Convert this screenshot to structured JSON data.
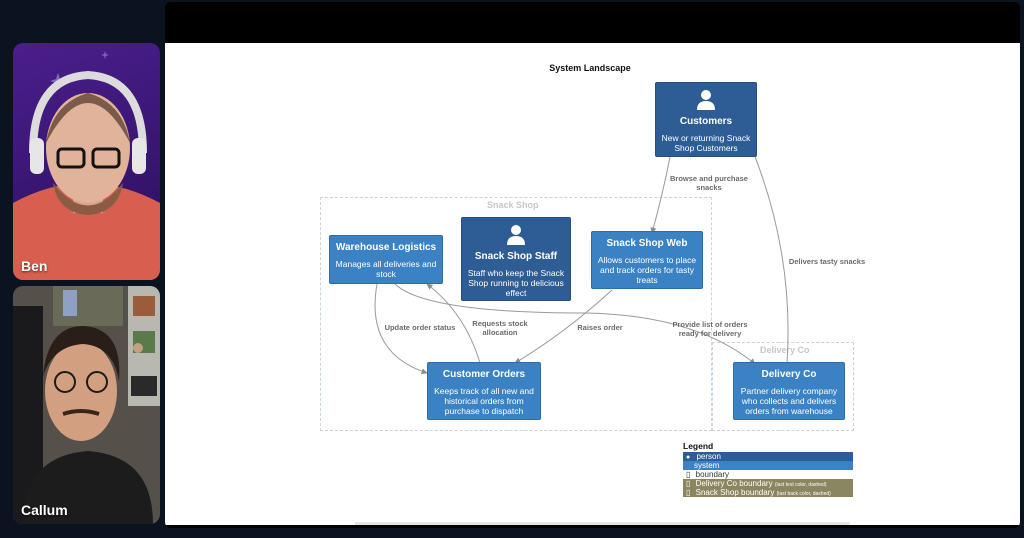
{
  "participants": [
    {
      "name": "Ben"
    },
    {
      "name": "Callum"
    }
  ],
  "diagram": {
    "title": "System Landscape",
    "boundaries": {
      "snack_shop": "Snack Shop",
      "delivery_co": "Delivery Co"
    },
    "nodes": {
      "customers": {
        "title": "Customers",
        "desc": "New or returning Snack Shop Customers",
        "kind": "person"
      },
      "staff": {
        "title": "Snack Shop Staff",
        "desc": "Staff who keep the Snack Shop running to delicious effect",
        "kind": "person"
      },
      "warehouse": {
        "title": "Warehouse Logistics",
        "desc": "Manages all deliveries and stock",
        "kind": "system"
      },
      "web": {
        "title": "Snack Shop Web",
        "desc": "Allows customers to place and track orders for tasty treats",
        "kind": "system"
      },
      "orders": {
        "title": "Customer Orders",
        "desc": "Keeps track of all new and historical orders from purchase to dispatch",
        "kind": "system"
      },
      "delivery": {
        "title": "Delivery Co",
        "desc": "Partner delivery company who collects and delivers orders from warehouse",
        "kind": "system"
      }
    },
    "relations": {
      "browse": "Browse and purchase snacks",
      "delivers": "Delivers tasty snacks",
      "update_status": "Update order status",
      "requests_stock": "Requests stock allocation",
      "raises_order": "Raises order",
      "provide_list": "Provide list of orders ready for delivery"
    },
    "legend": {
      "title": "Legend",
      "items": [
        {
          "label": "person",
          "note": ""
        },
        {
          "label": "system",
          "note": ""
        },
        {
          "label": "boundary",
          "note": ""
        },
        {
          "label": "Delivery Co boundary",
          "note": "(last text color, dashed)"
        },
        {
          "label": "Snack Shop boundary",
          "note": "(last back color, dashed)"
        }
      ]
    },
    "colors": {
      "person": "#2e5d96",
      "system": "#3b82c4",
      "boundary_legend": "#8a8660"
    }
  }
}
